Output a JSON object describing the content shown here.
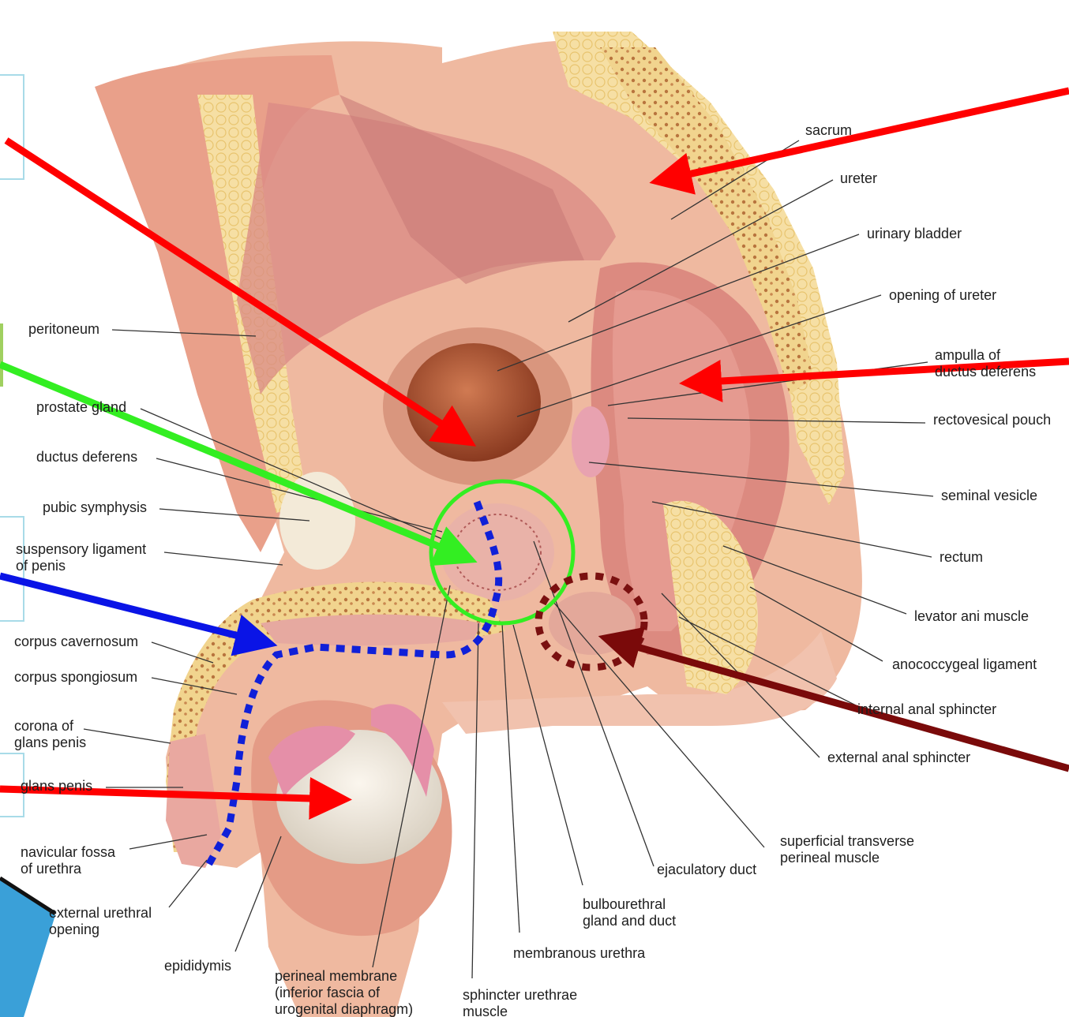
{
  "labels": {
    "sacrum": "sacrum",
    "ureter": "ureter",
    "urinary_bladder": "urinary bladder",
    "opening_of_ureter": "opening of ureter",
    "ampulla_of_ductus_deferens": "ampulla of\nductus deferens",
    "rectovesical_pouch": "rectovesical pouch",
    "seminal_vesicle": "seminal vesicle",
    "rectum": "rectum",
    "levator_ani_muscle": "levator ani muscle",
    "anococcygeal_ligament": "anococcygeal ligament",
    "internal_anal_sphincter": "internal anal sphincter",
    "external_anal_sphincter": "external anal sphincter",
    "superficial_transverse_perineal_muscle": "superficial transverse\nperineal muscle",
    "ejaculatory_duct": "ejaculatory duct",
    "bulbourethral_gland_and_duct": "bulbourethral\ngland and duct",
    "membranous_urethra": "membranous urethra",
    "sphincter_urethrae_muscle": "sphincter urethrae\nmuscle",
    "perineal_membrane": "perineal membrane\n(inferior fascia of\nurogenital diaphragm)",
    "epididymis": "epididymis",
    "external_urethral_opening": "external urethral\nopening",
    "navicular_fossa_of_urethra": "navicular fossa\nof urethra",
    "glans_penis": "glans penis",
    "corona_of_glans_penis": "corona of\nglans penis",
    "corpus_spongiosum": "corpus spongiosum",
    "corpus_cavernosum": "corpus cavernosum",
    "suspensory_ligament_of_penis": "suspensory ligament\nof penis",
    "pubic_symphysis": "pubic symphysis",
    "ductus_deferens": "ductus deferens",
    "prostate_gland": "prostate gland",
    "peritoneum": "peritoneum"
  },
  "colors": {
    "arrow_red": "#ff0000",
    "arrow_green": "#33ee22",
    "arrow_blue": "#0a14e6",
    "arrow_darkred": "#7a0a0a",
    "dotted_blue": "#1020d8",
    "dotted_darkred": "#7a1010",
    "circle_green": "#33ee22",
    "tissue_pink": "#e8a79a",
    "bone_yellow": "#f3dc9c",
    "bladder_brown": "#b0563a",
    "leader_line": "#333333"
  }
}
